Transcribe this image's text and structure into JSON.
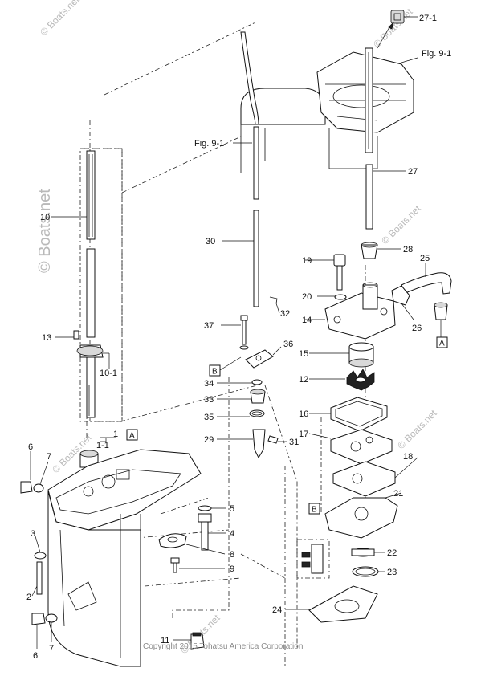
{
  "figure_refs": {
    "fig_top_right": "Fig. 9-1",
    "fig_shaft": "Fig. 9-1"
  },
  "callouts": {
    "c27_1": "27-1",
    "c27": "27",
    "c28": "28",
    "c25": "25",
    "c26": "26",
    "c19": "19",
    "c20": "20",
    "c14": "14",
    "c15": "15",
    "c12": "12",
    "c16": "16",
    "c17": "17",
    "c18": "18",
    "c21": "21",
    "c22": "22",
    "c23": "23",
    "c24": "24",
    "c30": "30",
    "c32": "32",
    "c37": "37",
    "c36": "36",
    "c34": "34",
    "c33": "33",
    "c35": "35",
    "c29": "29",
    "c31": "31",
    "c10": "10",
    "c13": "13",
    "c10_1": "10-1",
    "c1_1": "1-1",
    "c1": "1",
    "c6a": "6",
    "c7a": "7",
    "c3": "3",
    "c2": "2",
    "c6b": "6",
    "c7b": "7",
    "c5": "5",
    "c4": "4",
    "c8": "8",
    "c9": "9",
    "c11": "11"
  },
  "ref_boxes": {
    "box_a_top": "A",
    "box_a_right": "A",
    "box_b_left": "B",
    "box_b_right": "B"
  },
  "watermarks": {
    "main": "© Boats.net",
    "small": "© Boats.net"
  },
  "copyright": "Copyright 2015 Tohatsu America Corporation",
  "colors": {
    "line": "#111111",
    "watermark": "#b9b9b9",
    "copyright": "#8a8a8a"
  }
}
